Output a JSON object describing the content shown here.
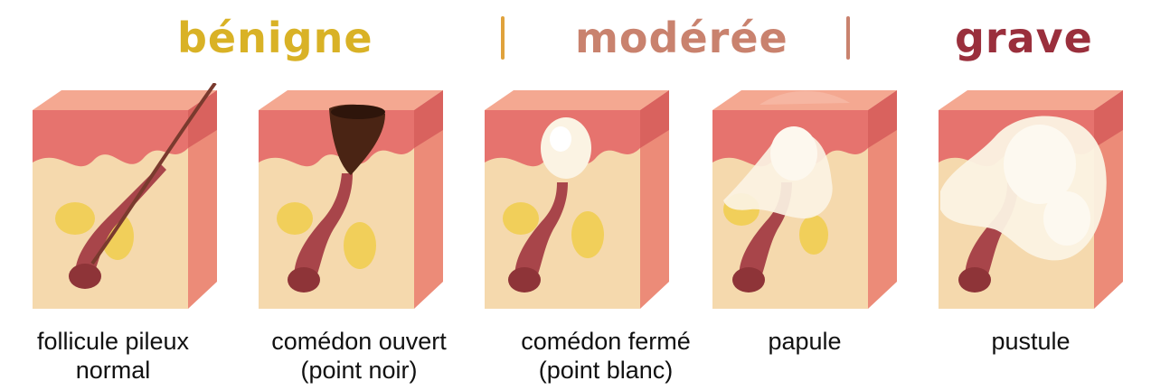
{
  "severity": {
    "mild": "bénigne",
    "moderate": "modérée",
    "severe": "grave"
  },
  "colors": {
    "mild": "#d9b226",
    "moderate": "#c9826e",
    "severe": "#9a2f3c",
    "separator": "#e0a23c",
    "skin_top": "#f3a58f",
    "epidermis": "#e6736e",
    "dermis": "#f5d9ad",
    "side_face": "#ee8f7c",
    "gland": "#f1cf5a",
    "follicle": "#a8454a",
    "blackhead": "#4a2414",
    "pus": "#fbf3e3"
  },
  "stages": [
    {
      "icon": "normal-follicle-illustration",
      "line1": "follicule pileux",
      "line2": "normal"
    },
    {
      "icon": "open-comedone-illustration",
      "line1": "comédon ouvert",
      "line2": "(point noir)"
    },
    {
      "icon": "closed-comedone-illustration",
      "line1": "comédon fermé",
      "line2": "(point blanc)"
    },
    {
      "icon": "papule-illustration",
      "line1": "papule",
      "line2": ""
    },
    {
      "icon": "pustule-illustration",
      "line1": "pustule",
      "line2": ""
    }
  ]
}
